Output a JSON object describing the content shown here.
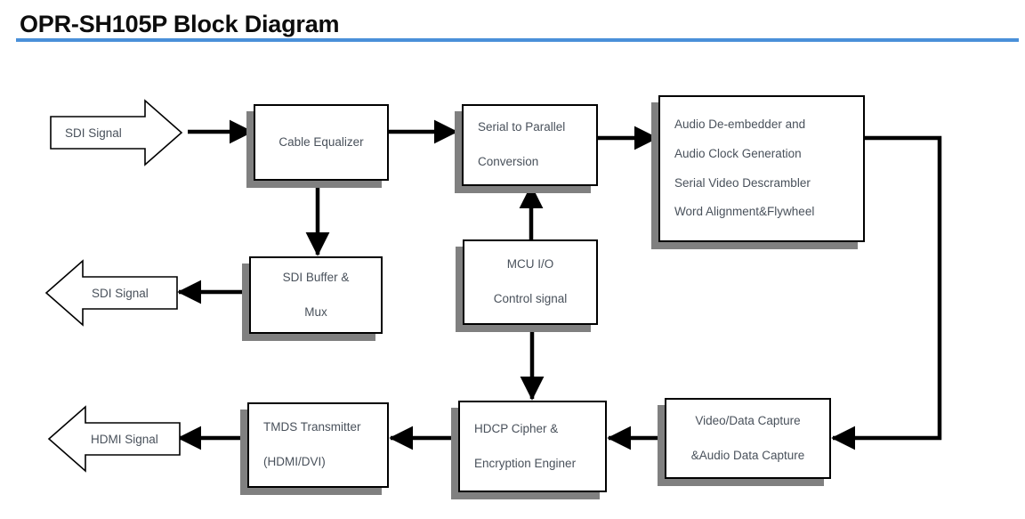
{
  "header": {
    "title": "OPR-SH105P Block Diagram",
    "rule_color": "#4a90d9"
  },
  "colors": {
    "box_border": "#000000",
    "box_shadow": "#808080",
    "text": "#49515b",
    "wire": "#000000",
    "accent": "#4a90d9"
  },
  "diagram": {
    "type": "block-diagram",
    "signals": [
      {
        "id": "sdi-in",
        "label": "SDI Signal",
        "direction": "right"
      },
      {
        "id": "sdi-out",
        "label": "SDI Signal",
        "direction": "left"
      },
      {
        "id": "hdmi-out",
        "label": "HDMI Signal",
        "direction": "left"
      }
    ],
    "blocks": [
      {
        "id": "cable-equalizer",
        "lines": [
          "Cable Equalizer"
        ]
      },
      {
        "id": "serial-to-parallel",
        "lines": [
          "Serial to Parallel",
          "Conversion"
        ]
      },
      {
        "id": "audio-deembedder",
        "lines": [
          "Audio    De-embedder and",
          "Audio Clock Generation",
          "Serial Video Descrambler",
          "Word Alignment&Flywheel"
        ]
      },
      {
        "id": "sdi-buffer-mux",
        "lines": [
          "SDI Buffer &",
          "Mux"
        ]
      },
      {
        "id": "mcu-io",
        "lines": [
          "MCU I/O",
          "Control signal"
        ]
      },
      {
        "id": "tmds-transmitter",
        "lines": [
          "TMDS Transmitter",
          "(HDMI/DVI)"
        ]
      },
      {
        "id": "hdcp-cipher",
        "lines": [
          "HDCP Cipher &",
          "Encryption Enginer"
        ]
      },
      {
        "id": "video-data-capture",
        "lines": [
          "Video/Data Capture",
          "&Audio Data Capture"
        ]
      }
    ],
    "connections": [
      {
        "from": "sdi-in",
        "to": "cable-equalizer"
      },
      {
        "from": "cable-equalizer",
        "to": "serial-to-parallel"
      },
      {
        "from": "cable-equalizer",
        "to": "sdi-buffer-mux"
      },
      {
        "from": "serial-to-parallel",
        "to": "audio-deembedder"
      },
      {
        "from": "sdi-buffer-mux",
        "to": "sdi-out"
      },
      {
        "from": "mcu-io",
        "to": "serial-to-parallel"
      },
      {
        "from": "mcu-io",
        "to": "hdcp-cipher"
      },
      {
        "from": "audio-deembedder",
        "to": "video-data-capture"
      },
      {
        "from": "video-data-capture",
        "to": "hdcp-cipher"
      },
      {
        "from": "hdcp-cipher",
        "to": "tmds-transmitter"
      },
      {
        "from": "tmds-transmitter",
        "to": "hdmi-out"
      }
    ]
  }
}
